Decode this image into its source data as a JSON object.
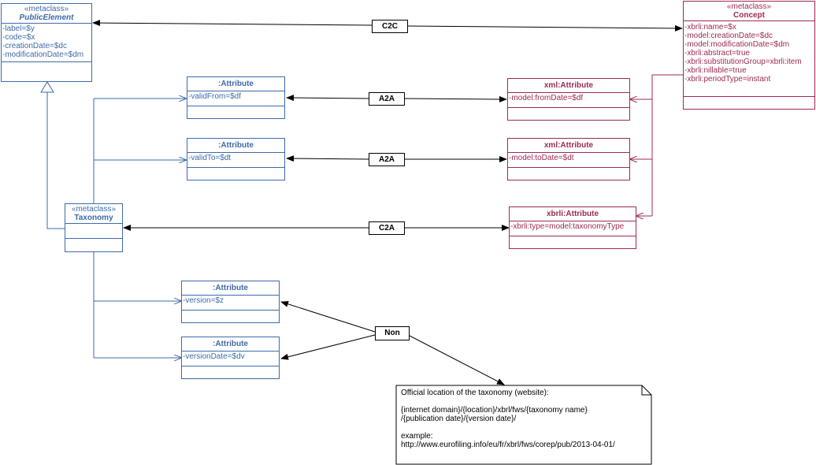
{
  "public_element": {
    "stereotype": "«metaclass»",
    "name": "PublicElement",
    "attributes": [
      "-label=$y",
      "-code=$x",
      "-creationDate=$dc",
      "-modificationDate=$dm"
    ]
  },
  "taxonomy": {
    "stereotype": "«metaclass»",
    "name": "Taxonomy"
  },
  "concept": {
    "stereotype": "«metaclass»",
    "name": "Concept",
    "attributes": [
      "-xbrli:name=$x",
      "-model:creationDate=$dc",
      "-model:modificationDate=$dm",
      "-xbrli:abstract=true",
      "-xbrli:substitutionGroup=xbrli:item",
      "-xbrli:nillable=true",
      "-xbrli:periodType=instant"
    ]
  },
  "attr_valid_from": {
    "name": ":Attribute",
    "attribute": "-validFrom=$df"
  },
  "attr_valid_to": {
    "name": ":Attribute",
    "attribute": "-validTo=$dt"
  },
  "attr_version": {
    "name": ":Attribute",
    "attribute": "-version=$z"
  },
  "attr_version_date": {
    "name": ":Attribute",
    "attribute": "-versionDate=$dv"
  },
  "xml_from_date": {
    "name": "xml:Attribute",
    "attribute": "-model:fromDate=$df"
  },
  "xml_to_date": {
    "name": "xml:Attribute",
    "attribute": "-model:toDate=$dt"
  },
  "xbrli_type": {
    "name": "xbrli:Attribute",
    "attribute": "-xbrli:type=model:taxonomyType"
  },
  "labels": {
    "c2c": "C2C",
    "a2a_1": "A2A",
    "a2a_2": "A2A",
    "c2a": "C2A",
    "non": "Non"
  },
  "note": {
    "lines": [
      "Official location of the taxonomy (website):",
      "",
      "{internet domain}/{location}/xbrl/fws/{taxonomy name}",
      "/{publication date}/{version date}/",
      "",
      "example:",
      "http://www.eurofiling.info/eu/fr/xbrl/fws/corep/pub/2013-04-01/"
    ]
  },
  "colors": {
    "blue": "#3d6ba8",
    "red": "#9c2a55",
    "black": "#000000"
  }
}
